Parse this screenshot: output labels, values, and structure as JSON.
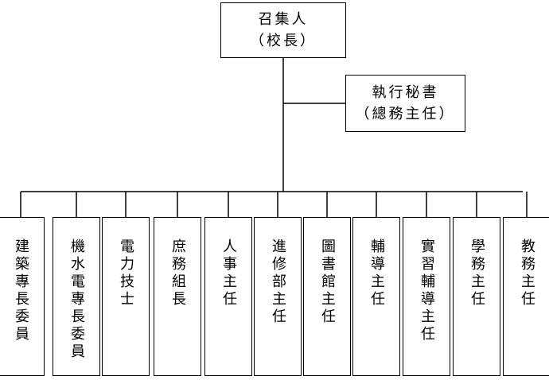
{
  "convener": {
    "title": "召集人",
    "role": "（校長）"
  },
  "secretary": {
    "title": "執行秘書",
    "role": "（總務主任）"
  },
  "departments": [
    "建築專長委員",
    "機水電專長委員",
    "電力技士",
    "庶務組長",
    "人事主任",
    "進修部主任",
    "圖書館主任",
    "輔導主任",
    "實習輔導主任",
    "學務主任",
    "教務主任"
  ]
}
